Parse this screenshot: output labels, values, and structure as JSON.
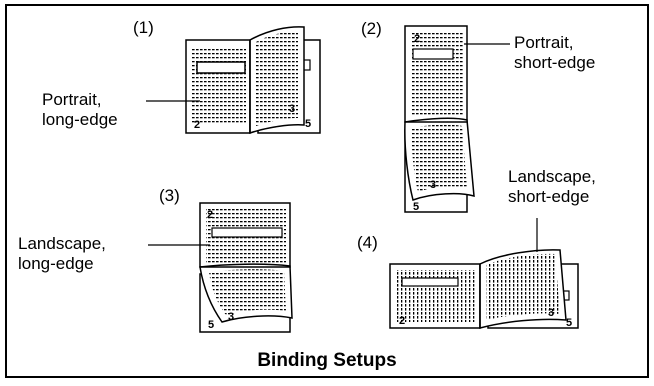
{
  "caption": "Binding Setups",
  "setups": [
    {
      "number": "(1)",
      "label_line1": "Portrait,",
      "label_line2": "long-edge",
      "page_a": "2",
      "page_b": "3",
      "page_c": "5"
    },
    {
      "number": "(2)",
      "label_line1": "Portrait,",
      "label_line2": "short-edge",
      "page_a": "2",
      "page_b": "3",
      "page_c": "5"
    },
    {
      "number": "(3)",
      "label_line1": "Landscape,",
      "label_line2": "long-edge",
      "page_a": "2",
      "page_b": "3",
      "page_c": "5"
    },
    {
      "number": "(4)",
      "label_line1": "Landscape,",
      "label_line2": "short-edge",
      "page_a": "2",
      "page_b": "3",
      "page_c": "5"
    }
  ],
  "colors": {
    "ink": "#000000",
    "paper": "#ffffff"
  }
}
